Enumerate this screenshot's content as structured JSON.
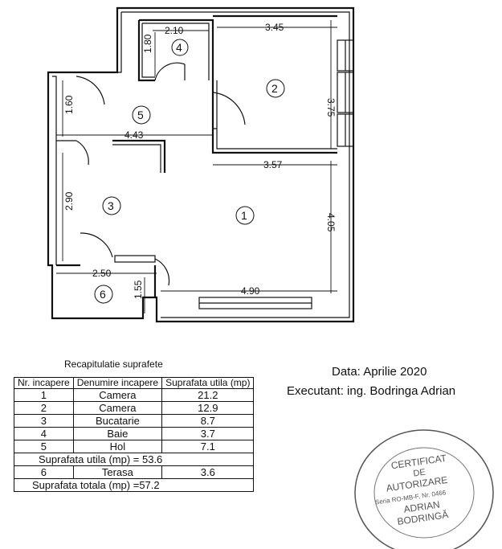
{
  "plan": {
    "dimensions": {
      "d1_80": "1.80",
      "d2_10": "2.10",
      "d3_45": "3.45",
      "d3_75": "3.75",
      "d1_60": "1.60",
      "d4_43": "4.43",
      "d3_57": "3.57",
      "d2_90": "2.90",
      "d4_05": "4.05",
      "d2_50": "2.50",
      "d1_55": "1.55",
      "d4_90": "4.90"
    },
    "rooms": {
      "r1": "1",
      "r2": "2",
      "r3": "3",
      "r4": "4",
      "r5": "5",
      "r6": "6"
    }
  },
  "recap": {
    "title": "Recapitulatie suprafete",
    "headers": {
      "nr": "Nr. incapere",
      "name": "Denumire incapere",
      "area": "Suprafata utila (mp)"
    },
    "rows": [
      {
        "nr": "1",
        "name": "Camera",
        "area": "21.2"
      },
      {
        "nr": "2",
        "name": "Camera",
        "area": "12.9"
      },
      {
        "nr": "3",
        "name": "Bucatarie",
        "area": "8.7"
      },
      {
        "nr": "4",
        "name": "Baie",
        "area": "3.7"
      },
      {
        "nr": "5",
        "name": "Hol",
        "area": "7.1"
      }
    ],
    "useful_total": "Suprafata utila (mp) = 53.6",
    "terrace": {
      "nr": "6",
      "name": "Terasa",
      "area": "3.6"
    },
    "grand_total": "Suprafata totala (mp) =57.2"
  },
  "info": {
    "date": "Data: Aprilie 2020",
    "executant": "Executant: ing. Bodringa  Adrian"
  },
  "stamp": {
    "line1": "CERTIFICAT",
    "line2": "DE",
    "line3": "AUTORIZARE",
    "line4": "Seria RO-MB-F, Nr. 0466",
    "line5": "ADRIAN",
    "line6": "BODRINGĂ"
  }
}
